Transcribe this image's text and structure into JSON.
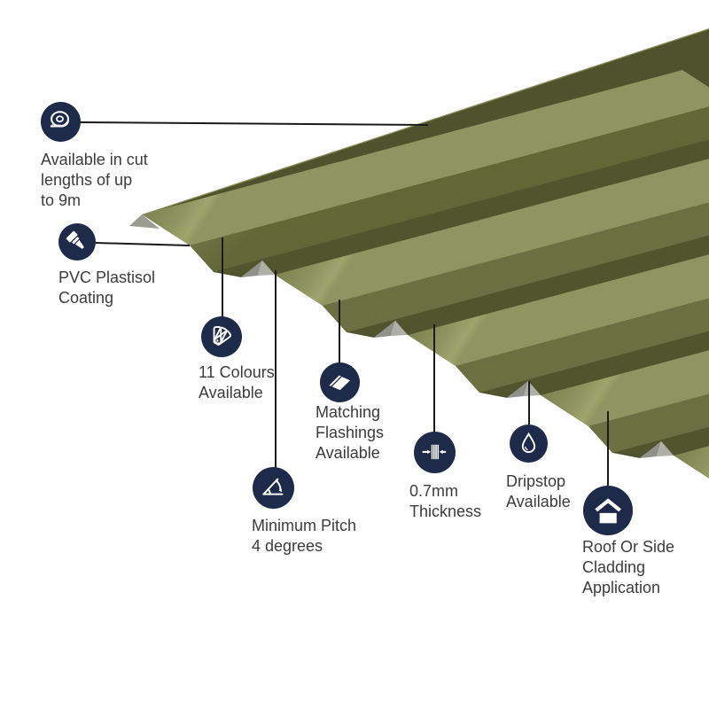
{
  "colors": {
    "background": "#ffffff",
    "accent_navy": "#1e2a4a",
    "callout_line": "#1b1b1b",
    "text": "#3c3c3c",
    "sheet_base_dark": "#4e532e",
    "sheet_ridge_back": "#7c8350",
    "sheet_ridge_mid": "#8e9460",
    "sheet_ridge_front": "#9da46c",
    "sheet_web": "#6a7042",
    "sheet_shadow": "#50552e",
    "sheet_cut_gray_light": "#aeafa7",
    "sheet_cut_gray_dark": "#90918a"
  },
  "features": [
    {
      "id": "cut-lengths",
      "icon": "tape-measure-icon",
      "label_lines": [
        "Available in cut",
        "lengths of up",
        "to 9m"
      ]
    },
    {
      "id": "coating",
      "icon": "paint-brush-icon",
      "label_lines": [
        "PVC Plastisol",
        "Coating"
      ]
    },
    {
      "id": "colours",
      "icon": "colour-fan-icon",
      "label_lines": [
        "11 Colours",
        "Available"
      ]
    },
    {
      "id": "flashings",
      "icon": "flashing-sheet-icon",
      "label_lines": [
        "Matching",
        "Flashings",
        "Available"
      ]
    },
    {
      "id": "pitch",
      "icon": "angle-pitch-icon",
      "label_lines": [
        "Minimum Pitch",
        "4 degrees"
      ]
    },
    {
      "id": "thickness",
      "icon": "thickness-arrows-icon",
      "label_lines": [
        "0.7mm",
        "Thickness"
      ]
    },
    {
      "id": "dripstop",
      "icon": "droplet-icon",
      "label_lines": [
        "Dripstop",
        "Available"
      ]
    },
    {
      "id": "cladding",
      "icon": "house-icon",
      "label_lines": [
        "Roof Or Side",
        "Cladding",
        "Application"
      ]
    }
  ]
}
